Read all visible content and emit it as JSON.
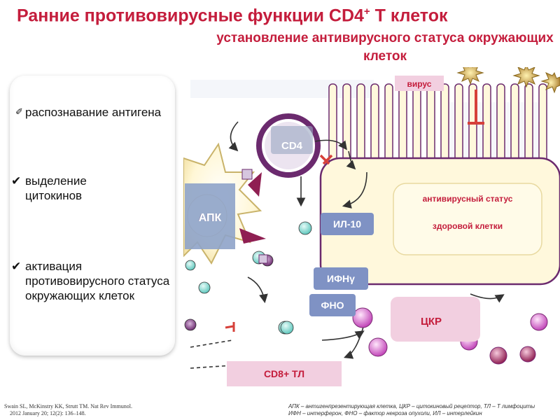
{
  "slide": {
    "title_main": "Ранние противовирусные функции CD4",
    "title_sup": "+",
    "title_tail": " Т клеток",
    "subtitle": "установление антивирусного статуса окружающих клеток"
  },
  "bullets": [
    {
      "check": "✐",
      "text": "распознавание антигена"
    },
    {
      "check": "✔",
      "text": "выделение цитокинов"
    },
    {
      "check": "✔",
      "text": "активация противовирусного статуса окружающих клеток"
    }
  ],
  "diagram": {
    "virus": "вирус",
    "cd4": "CD4",
    "apk": "АПК",
    "il10": "ИЛ-10",
    "ifn": "ИФНγ",
    "fno": "ФНО",
    "antiviral_line1": "антивирусный статус",
    "antiviral_line2": "здоровой клетки",
    "ckr": "ЦКР",
    "cd8": "CD8+ ТЛ"
  },
  "footer": {
    "ref_line1": "Swain SL, McKinstry KK, Strutt TM. Nat Rev Immunol.",
    "ref_line2": "2012 January 20; 12(2): 136–148.",
    "abbr_line1": "АПК – антигенпрезентирующая клетка, ЦКР – цитокиновый рецептор, ТЛ – Т лимфоциты",
    "abbr_line2": "ИФН – интерферон,  ФНО – фактор некроза опухоли,  ИЛ – интерлейкин"
  },
  "colors": {
    "title": "#c41d3c",
    "label_box": "#8ea3c9",
    "cytokine_box": "#7f92c4",
    "cell_outline": "#6b2a6e",
    "pink_box": "#f2cfe0",
    "cream": "#fff8dc"
  }
}
